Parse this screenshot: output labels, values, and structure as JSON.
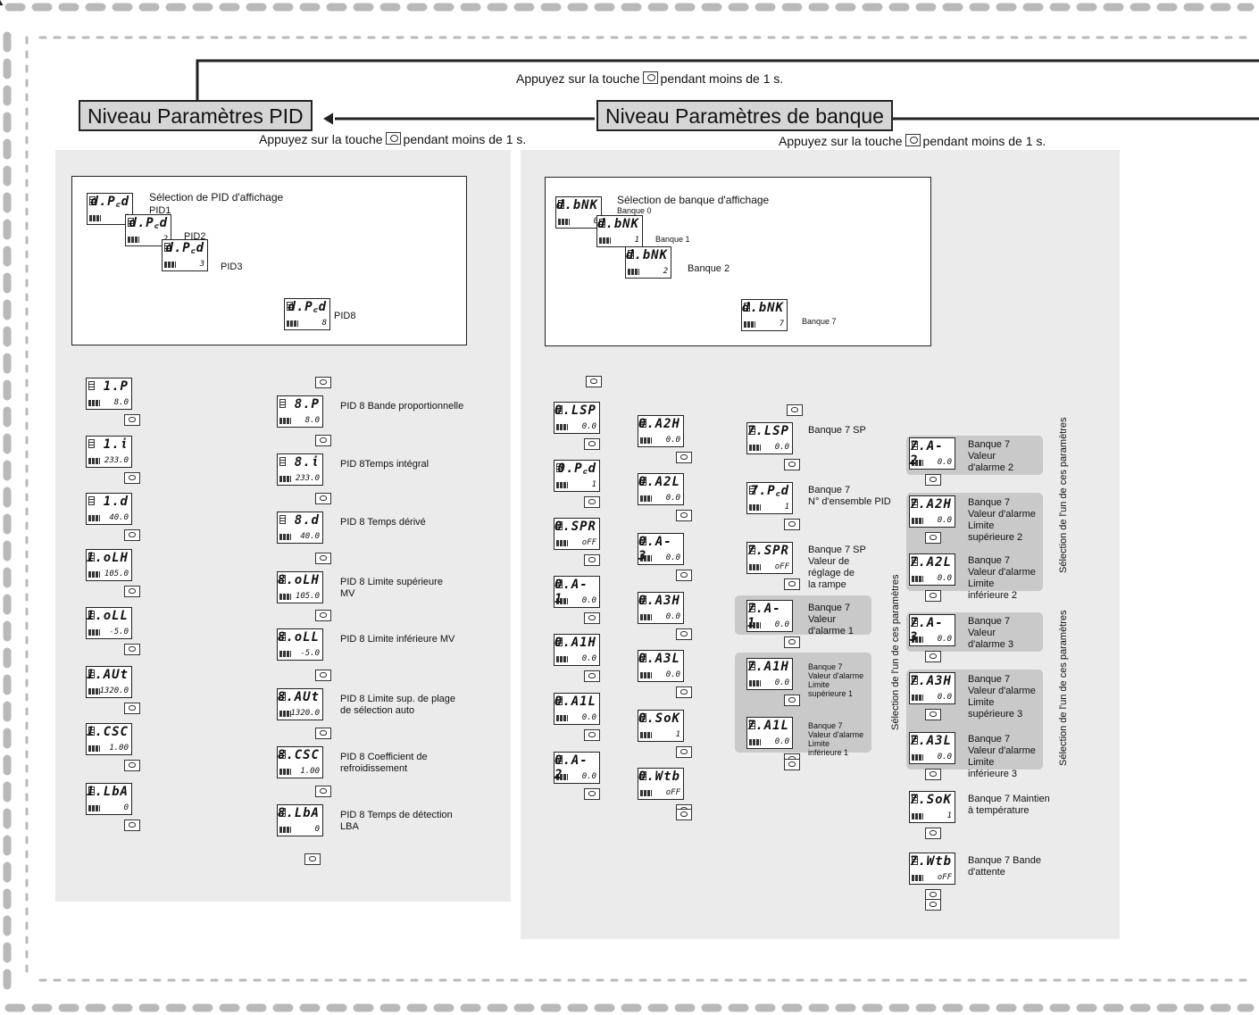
{
  "header": {
    "instruction": "Appuyez sur la touche",
    "instruction_suffix": "pendant moins de 1 s.",
    "pid_level": "Niveau Paramètres PID",
    "bank_level": "Niveau Paramètres de banque"
  },
  "pid": {
    "select_title": "Sélection de PID d'affichage",
    "stack": [
      {
        "code": "d.P꜀d",
        "value": "1",
        "label": "PID1"
      },
      {
        "code": "d.P꜀d",
        "value": "2",
        "label": "PID2"
      },
      {
        "code": "d.P꜀d",
        "value": "3",
        "label": "PID3"
      },
      {
        "code": "d.P꜀d",
        "value": "8",
        "label": "PID8"
      }
    ],
    "list1": [
      {
        "code": "1.P",
        "value": "8.0"
      },
      {
        "code": "1.ἰ",
        "value": "233.0"
      },
      {
        "code": "1.d",
        "value": "40.0"
      },
      {
        "code": "1.oLH",
        "value": "105.0"
      },
      {
        "code": "1.oLL",
        "value": "-5.0"
      },
      {
        "code": "1.AUt",
        "value": "1320.0"
      },
      {
        "code": "1.CSC",
        "value": "1.00"
      },
      {
        "code": "1.LbA",
        "value": "0"
      }
    ],
    "list8": [
      {
        "code": "8.P",
        "value": "8.0",
        "label": "PID 8 Bande proportionnelle"
      },
      {
        "code": "8.ἰ",
        "value": "233.0",
        "label": "PID 8Temps intégral"
      },
      {
        "code": "8.d",
        "value": "40.0",
        "label": "PID 8 Temps dérivé"
      },
      {
        "code": "8.oLH",
        "value": "105.0",
        "label": "PID 8 Limite supérieure\nMV"
      },
      {
        "code": "8.oLL",
        "value": "-5.0",
        "label": "PID 8 Limite inférieure MV"
      },
      {
        "code": "8.AUt",
        "value": "1320.0",
        "label": "PID 8 Limite sup. de plage\nde sélection auto"
      },
      {
        "code": "8.CSC",
        "value": "1.00",
        "label": "PID 8 Coefficient de\nrefroidissement"
      },
      {
        "code": "8.LbA",
        "value": "0",
        "label": "PID 8 Temps de détection\nLBA"
      }
    ]
  },
  "bank": {
    "select_title": "Sélection de banque d'affichage",
    "stack": [
      {
        "code": "d.bNK",
        "value": "0",
        "label": "Banque 0"
      },
      {
        "code": "d.bNK",
        "value": "1",
        "label": "Banque 1"
      },
      {
        "code": "d.bNK",
        "value": "2",
        "label": "Banque 2"
      },
      {
        "code": "d.bNK",
        "value": "7",
        "label": "Banque 7"
      }
    ],
    "col0a": [
      {
        "code": "0.LSP",
        "value": "0.0"
      },
      {
        "code": "0.P꜀d",
        "value": "1"
      },
      {
        "code": "0.SPR",
        "value": "oFF"
      },
      {
        "code": "0.A- 1",
        "value": "0.0"
      },
      {
        "code": "0.A1H",
        "value": "0.0"
      },
      {
        "code": "0.A1L",
        "value": "0.0"
      },
      {
        "code": "0.A-2",
        "value": "0.0"
      }
    ],
    "col0b": [
      {
        "code": "0.A2H",
        "value": "0.0"
      },
      {
        "code": "0.A2L",
        "value": "0.0"
      },
      {
        "code": "0.A- 3",
        "value": "0.0"
      },
      {
        "code": "0.A3H",
        "value": "0.0"
      },
      {
        "code": "0.A3L",
        "value": "0.0"
      },
      {
        "code": "0.SoK",
        "value": "1"
      },
      {
        "code": "0.Wtb",
        "value": "oFF"
      }
    ],
    "col7a": [
      {
        "code": "7.LSP",
        "value": "0.0",
        "label": "Banque 7 SP"
      },
      {
        "code": "7.P꜀d",
        "value": "1",
        "label": "Banque 7\nN° d'ensemble PID"
      },
      {
        "code": "7.SPR",
        "value": "oFF",
        "label": "Banque 7 SP\nValeur de\nréglage de\nla rampe"
      },
      {
        "code": "7.A- 1",
        "value": "0.0",
        "label": "Banque 7\nValeur\nd'alarme 1"
      },
      {
        "code": "7.A1H",
        "value": "0.0",
        "label": "Banque 7\nValeur d'alarme\nLimite\nsupérieure 1"
      },
      {
        "code": "7.A1L",
        "value": "0.0",
        "label": "Banque 7\nValeur d'alarme\nLimite\ninférieure 1"
      }
    ],
    "col7b": [
      {
        "code": "7.A-2",
        "value": "0.0",
        "label": "Banque 7\nValeur\nd'alarme 2"
      },
      {
        "code": "7.A2H",
        "value": "0.0",
        "label": "Banque 7\nValeur d'alarme\nLimite\nsupérieure 2"
      },
      {
        "code": "7.A2L",
        "value": "0.0",
        "label": "Banque 7\nValeur d'alarme\nLimite\ninférieure 2"
      },
      {
        "code": "7.A-3",
        "value": "0.0",
        "label": "Banque 7\nValeur\nd'alarme 3"
      },
      {
        "code": "7.A3H",
        "value": "0.0",
        "label": "Banque 7\nValeur d'alarme\nLimite\nsupérieure 3"
      },
      {
        "code": "7.A3L",
        "value": "0.0",
        "label": "Banque 7\nValeur d'alarme\nLimite\ninférieure 3"
      },
      {
        "code": "7.SoK",
        "value": "1",
        "label": "Banque 7 Maintien\nà température"
      },
      {
        "code": "7.Wtb",
        "value": "oFF",
        "label": "Banque 7 Bande\nd'attente"
      }
    ],
    "side_note": "Sélection de l'un de ces paramètres"
  }
}
